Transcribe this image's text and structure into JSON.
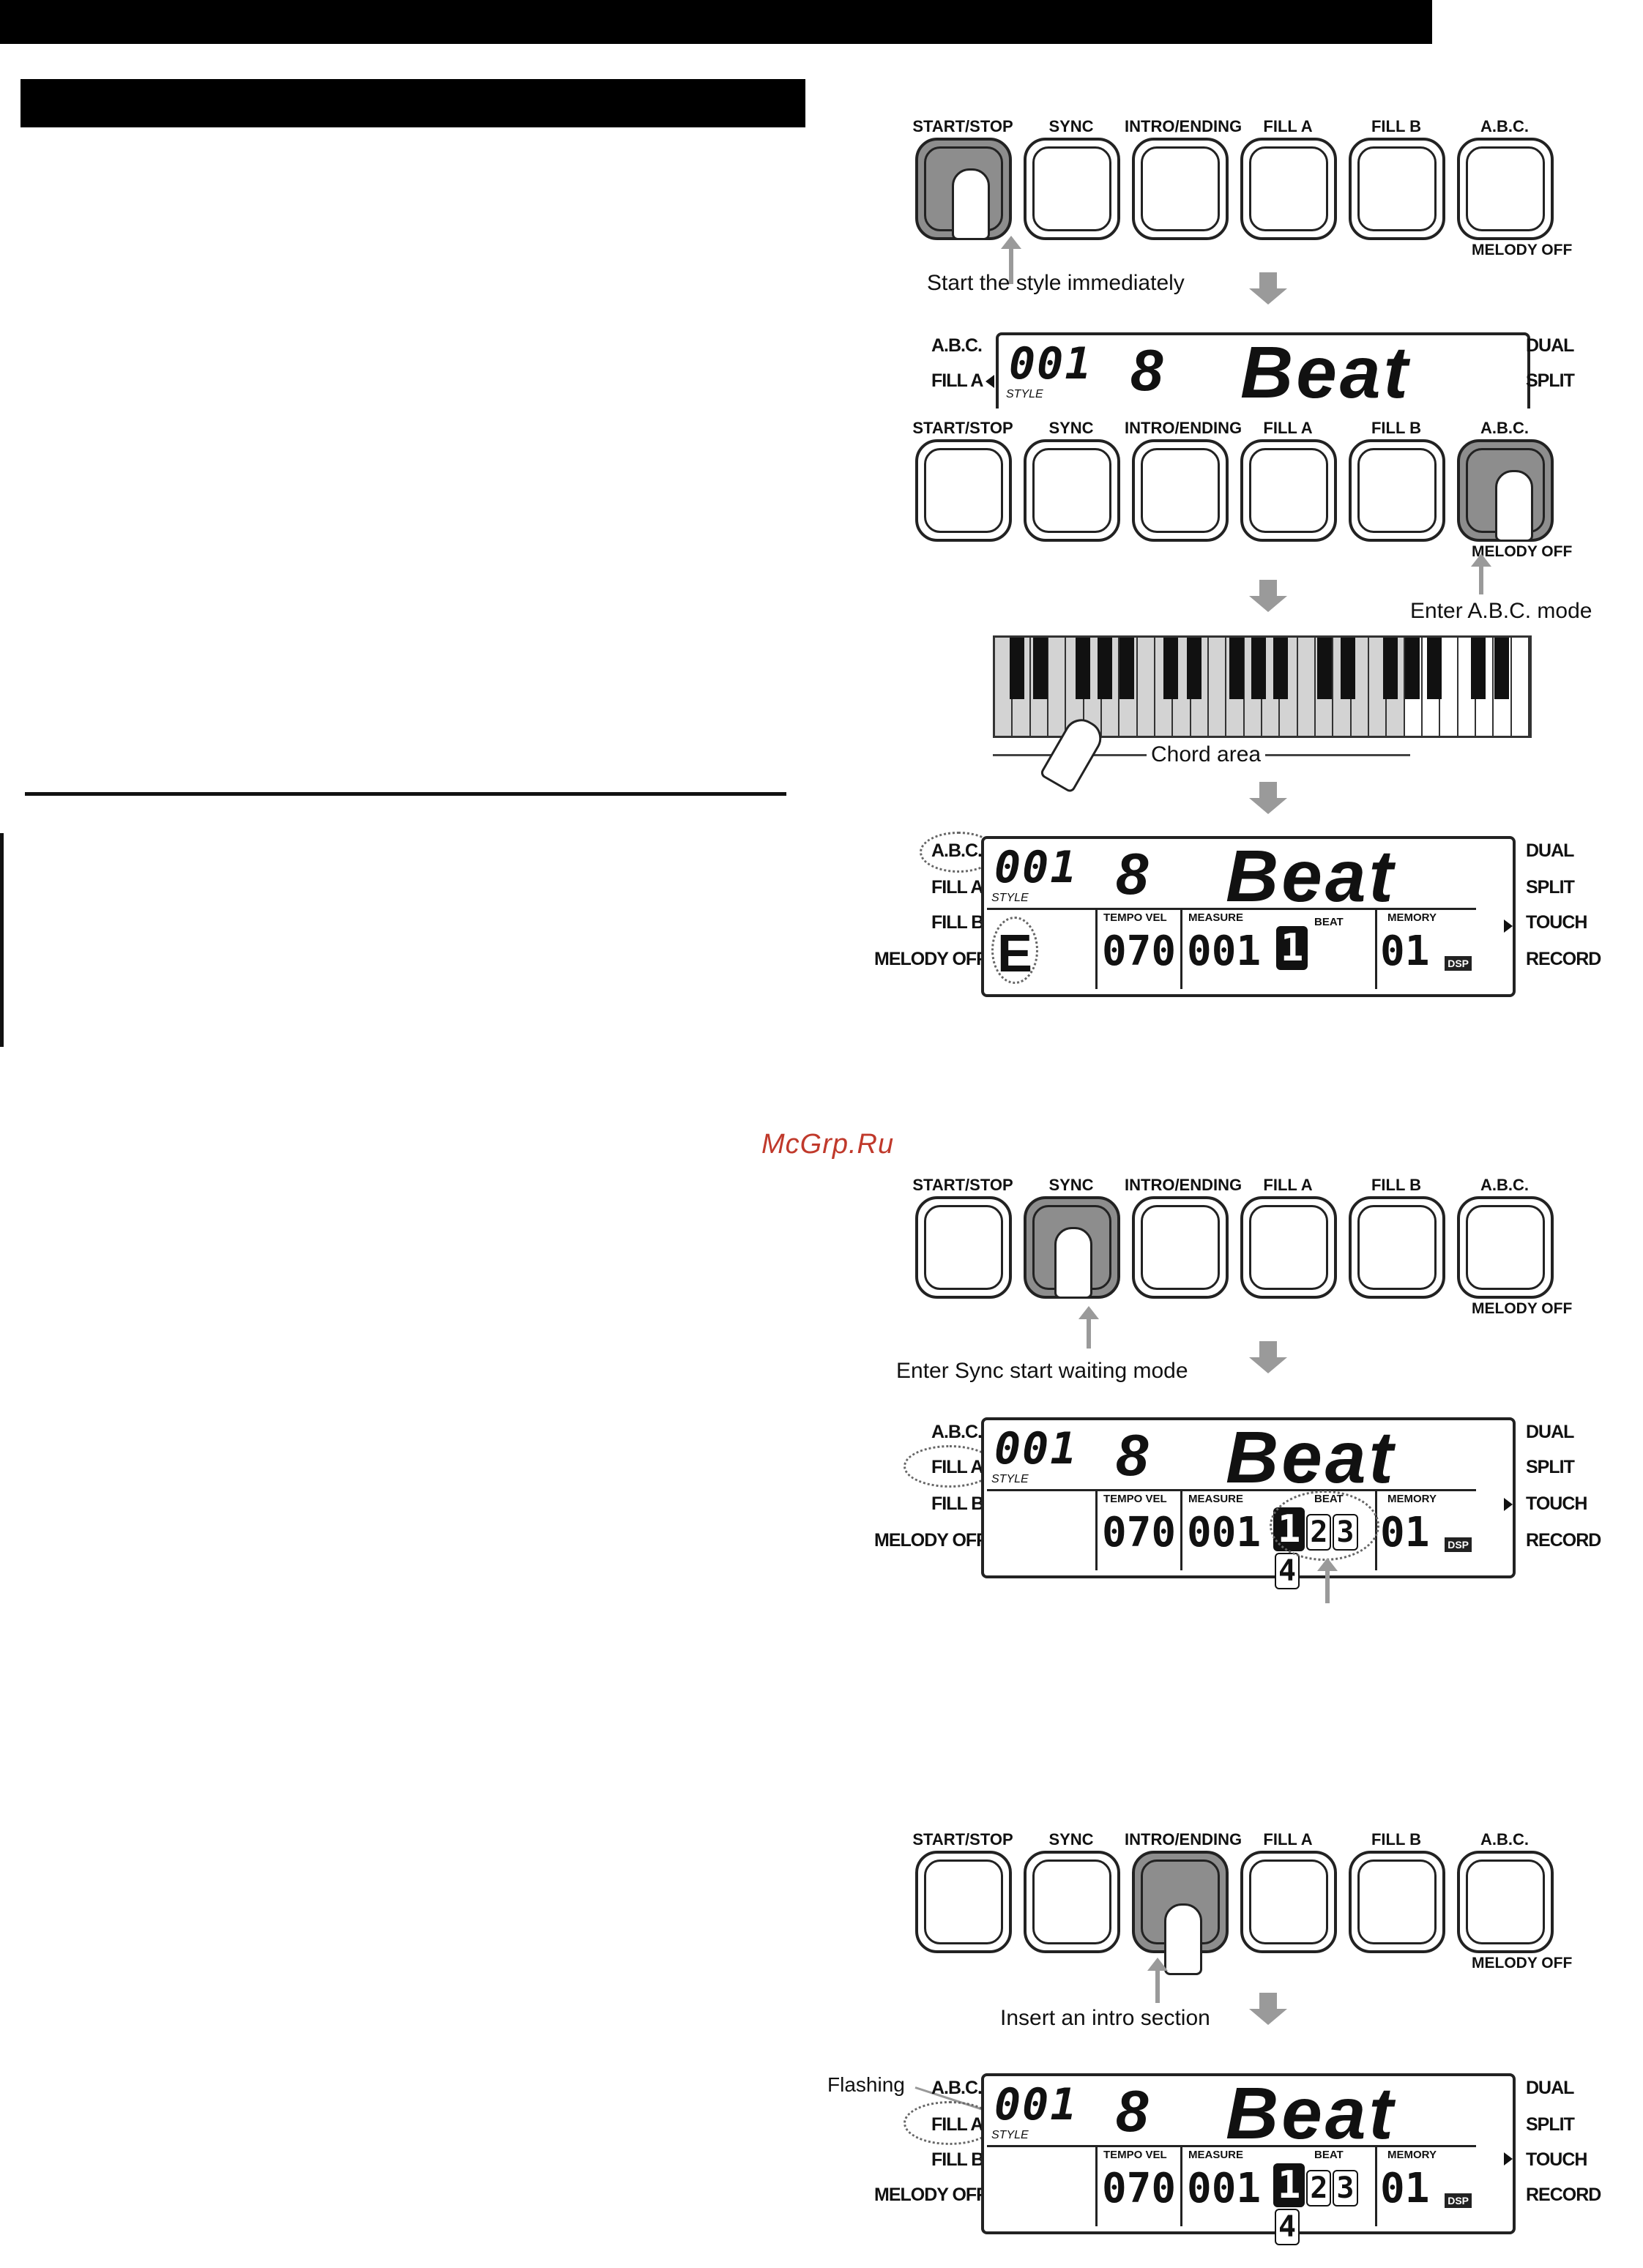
{
  "watermark": "McGrp.Ru",
  "buttons": [
    "START/STOP",
    "SYNC",
    "INTRO/ENDING",
    "FILL A",
    "FILL B",
    "A.B.C."
  ],
  "melody_off": "MELODY OFF",
  "captions": {
    "start_style": "Start the style immediately",
    "enter_abc": "Enter A.B.C. mode",
    "chord_area": "Chord area",
    "sync_wait": "Enter Sync start waiting mode",
    "insert_intro": "Insert an intro section",
    "flashing": "Flashing"
  },
  "lcd": {
    "style_number": "001",
    "bank": "8",
    "style_name": "Beat",
    "style_tag": "STYLE",
    "tempo_label": "TEMPO VEL",
    "measure_label": "MEASURE",
    "beat_label": "BEAT",
    "memory_label": "MEMORY",
    "tempo_value": "070",
    "measure_value": "001",
    "memory_value": "01",
    "beat_one": "1",
    "beat_two": "2",
    "beat_three": "3",
    "beat_four": "4",
    "chord": "E",
    "dsp": "DSP"
  },
  "left_labels": [
    "A.B.C.",
    "FILL A",
    "FILL B",
    "MELODY OFF"
  ],
  "right_labels": [
    "DUAL",
    "SPLIT",
    "TOUCH",
    "RECORD"
  ]
}
